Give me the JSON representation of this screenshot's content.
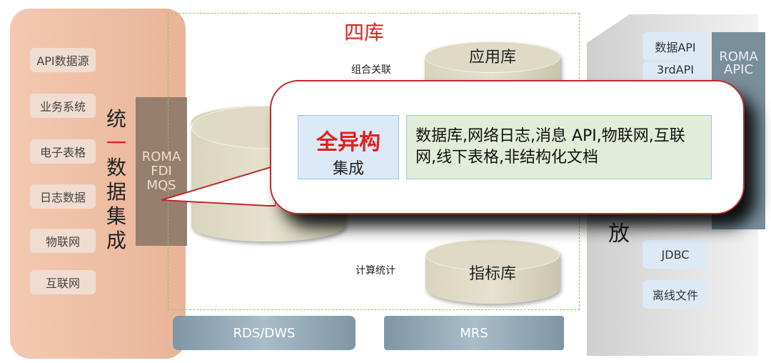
{
  "left": {
    "sources": [
      "API数据源",
      "业务系统",
      "电子表格",
      "日志数据",
      "物联网",
      "互联网"
    ],
    "unify_chars": [
      "统",
      "一",
      "数",
      "据",
      "集",
      "成"
    ],
    "roma_lines": [
      "ROMA",
      "FDI",
      "MQS"
    ]
  },
  "center": {
    "title": "四库",
    "app_db": "应用库",
    "metric_db": "指标库",
    "combine_label": "组合关联",
    "compute_label": "计算统计"
  },
  "right": {
    "outputs_top": [
      "数据API",
      "3rdAPI"
    ],
    "outputs_bottom": [
      "JDBC",
      "离线文件"
    ],
    "open_char": "放",
    "roma_lines": [
      "ROMA",
      "APIC"
    ]
  },
  "bottom": {
    "rds": "RDS/DWS",
    "mrs": "MRS"
  },
  "callout": {
    "heading": "全异构",
    "subheading": "集成",
    "description": "数据库,网络日志,消息 API,物联网,互联网,线下表格,非结构化文档",
    "border_color": "#c0282d",
    "heading_color": "#e02020"
  }
}
